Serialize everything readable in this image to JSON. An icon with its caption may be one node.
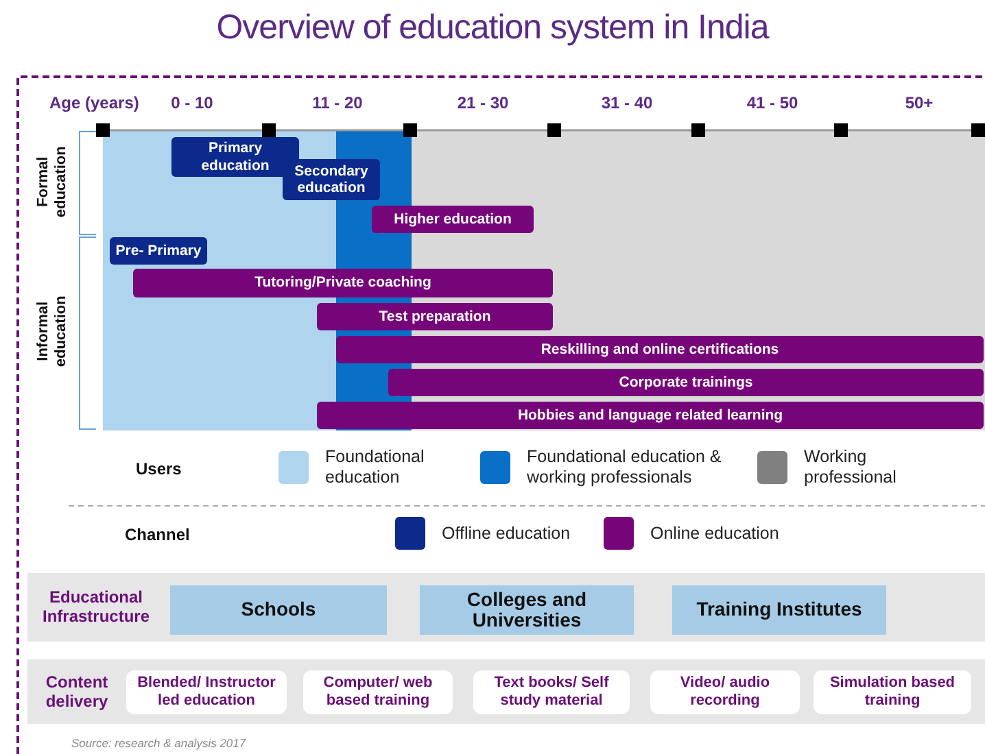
{
  "diagram": {
    "title": "Overview of education system in India",
    "nodes": [
      {
        "text": [
          "Primary education"
        ]
      },
      {
        "text": [
          "Secondary education"
        ]
      },
      {
        "text": [
          "Higher education"
        ]
      },
      {
        "text": [
          "Pre- Primary"
        ]
      },
      {
        "text": [
          "Tutoring/Private coaching"
        ]
      },
      {
        "text": [
          "Test preparation"
        ]
      },
      {
        "text": [
          "Reskilling and online certifications"
        ]
      },
      {
        "text": [
          "Corporate trainings"
        ]
      },
      {
        "text": [
          "Hobbies and language related learning"
        ]
      },
      {
        "text": [
          "Educational Infrastructure"
        ]
      },
      {
        "text": [
          "Schools"
        ],
        "in": 9
      },
      {
        "text": [
          "Colleges and Universities"
        ],
        "in": 9
      },
      {
        "text": [
          "Training Institutes"
        ],
        "in": 9
      },
      {
        "text": [
          "Content delivery"
        ]
      },
      {
        "text": [
          "Blended/ Instructor led education"
        ],
        "in": 13
      },
      {
        "text": [
          "Computer/ web based training"
        ],
        "in": 13
      },
      {
        "text": [
          "Text books/ Self study material"
        ],
        "in": 13
      },
      {
        "text": [
          "Video/ audio recording"
        ],
        "in": 13
      },
      {
        "text": [
          "Simulation based training"
        ],
        "in": 13
      }
    ],
    "edges": [],
    "labels": [
      "Age (years)",
      "0 - 10",
      "11 - 20",
      "21 - 30",
      "31 - 40",
      "41 - 50",
      "50+",
      "Formal education",
      "Informal education",
      "Users",
      "Channel",
      "Source: research & analysis 2017"
    ],
    "legend": [
      {
        "text": "Foundational education",
        "color": "#aed4ee"
      },
      {
        "text": "Foundational education & working professionals",
        "color": "#0a6fc6"
      },
      {
        "text": "Working professional",
        "color": "#808080"
      },
      {
        "text": "Offline education",
        "color": "#0c2a8c"
      },
      {
        "text": "Online education",
        "color": "#77057a"
      }
    ]
  }
}
